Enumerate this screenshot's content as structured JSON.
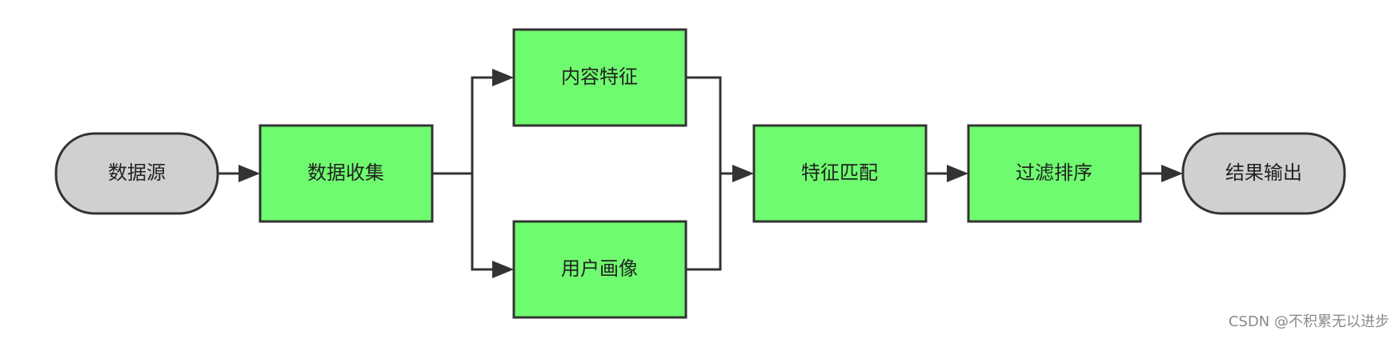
{
  "diagram": {
    "nodes": {
      "source": {
        "label": "数据源"
      },
      "collect": {
        "label": "数据收集"
      },
      "content": {
        "label": "内容特征"
      },
      "profile": {
        "label": "用户画像"
      },
      "match": {
        "label": "特征匹配"
      },
      "filter": {
        "label": "过滤排序"
      },
      "output": {
        "label": "结果输出"
      }
    },
    "colors": {
      "process_fill": "#6ffb6f",
      "terminal_fill": "#d0d0d0",
      "stroke": "#333333"
    }
  },
  "watermark": {
    "text": "CSDN @不积累无以进步"
  }
}
